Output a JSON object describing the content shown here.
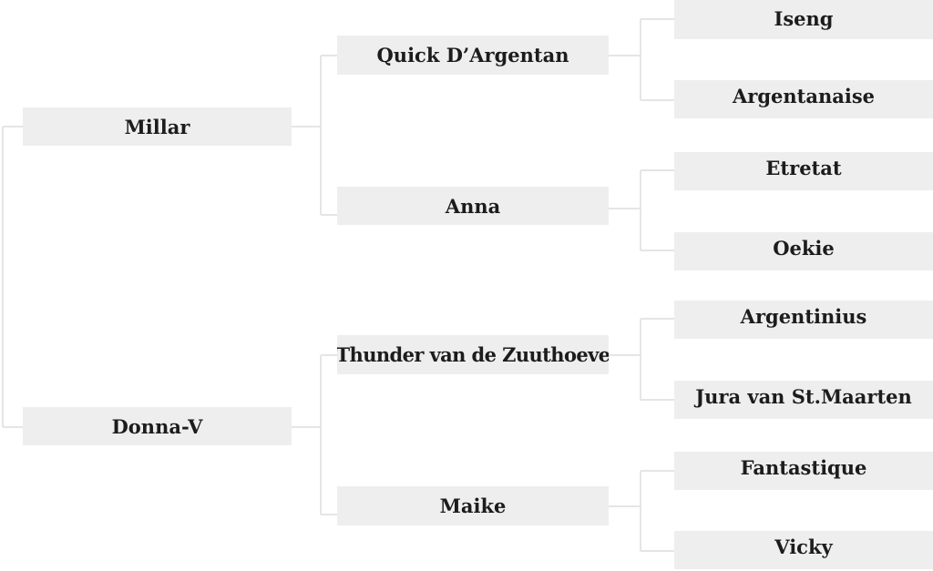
{
  "pedigree": {
    "sire": {
      "name": "Millar",
      "sire": {
        "name": "Quick D’Argentan",
        "sire": {
          "name": "Iseng"
        },
        "dam": {
          "name": "Argentanaise"
        }
      },
      "dam": {
        "name": "Anna",
        "sire": {
          "name": "Etretat"
        },
        "dam": {
          "name": "Oekie"
        }
      }
    },
    "dam": {
      "name": "Donna-V",
      "sire": {
        "name": "Thunder van de Zuuthoeve",
        "sire": {
          "name": "Argentinius"
        },
        "dam": {
          "name": "Jura van St.Maarten"
        }
      },
      "dam": {
        "name": "Maike",
        "sire": {
          "name": "Fantastique"
        },
        "dam": {
          "name": "Vicky"
        }
      }
    }
  },
  "colors": {
    "box_background": "#eeeeee",
    "connector": "#e5e5e5",
    "text": "#1c1c1c"
  }
}
